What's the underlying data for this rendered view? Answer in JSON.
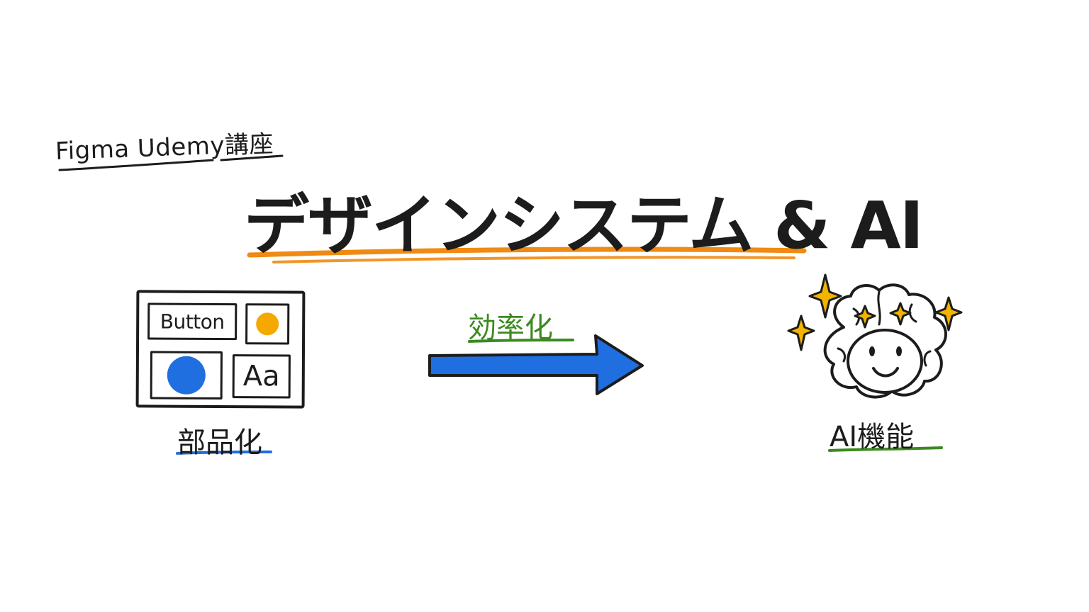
{
  "header": {
    "subtitle": "Figma Udemy講座",
    "title": "デザインシステム & AI"
  },
  "components_panel": {
    "button_label": "Button",
    "typography_label": "Aa"
  },
  "labels": {
    "components": "部品化",
    "efficiency": "効率化",
    "ai": "AI機能"
  },
  "colors": {
    "ink": "#1c1c1c",
    "orange_accent": "#f08a12",
    "blue_accent": "#1f6fe0",
    "green_accent": "#3c8a1e",
    "yellow_accent": "#f5a800",
    "sparkle": "#f2b400"
  },
  "icons": {
    "flow_arrow": "right-arrow-icon",
    "ai_character": "smiling-brain-icon",
    "sparkles": "sparkle-icon"
  }
}
